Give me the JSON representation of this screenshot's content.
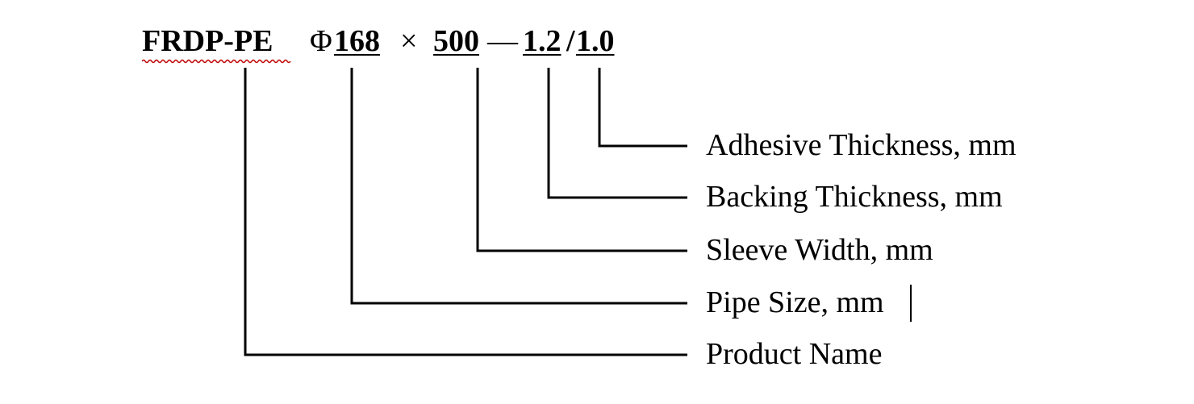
{
  "code": {
    "product": "FRDP-PE",
    "phi": "Φ",
    "pipe_size": "168",
    "times": "×",
    "width": "500",
    "dash": "—",
    "backing": "1.2",
    "slash": "/",
    "adhesive": "1.0"
  },
  "labels": {
    "adhesive_thickness": "Adhesive Thickness, mm",
    "backing_thickness": "Backing Thickness, mm",
    "sleeve_width": "Sleeve Width, mm",
    "pipe_size": "Pipe Size, mm",
    "product_name": "Product Name"
  },
  "colors": {
    "text": "#000000",
    "spellcheck_squiggle": "#c00000"
  }
}
